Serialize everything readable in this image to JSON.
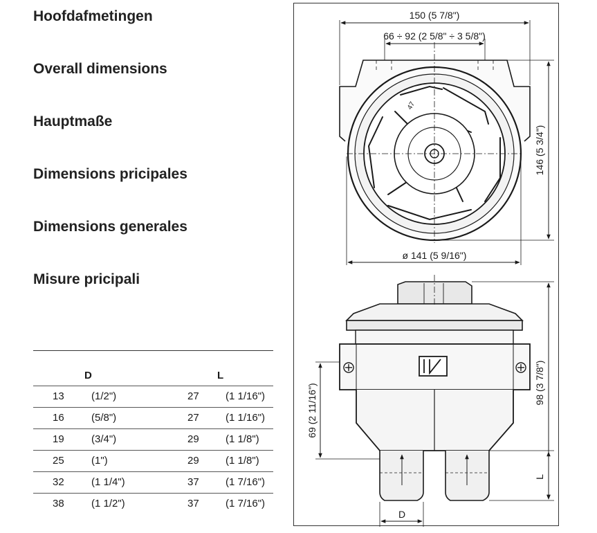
{
  "headings": [
    "Hoofdafmetingen",
    "Overall dimensions",
    "Hauptmaße",
    "Dimensions pricipales",
    "Dimensions generales",
    "Misure pricipali"
  ],
  "table": {
    "columns": [
      "D",
      "L"
    ],
    "rows": [
      {
        "d": "13",
        "d_in": "(1/2\")",
        "l": "27",
        "l_in": "(1 1/16\")"
      },
      {
        "d": "16",
        "d_in": "(5/8\")",
        "l": "27",
        "l_in": "(1 1/16\")"
      },
      {
        "d": "19",
        "d_in": "(3/4\")",
        "l": "29",
        "l_in": "(1 1/8\")"
      },
      {
        "d": "25",
        "d_in": "(1\")",
        "l": "29",
        "l_in": "(1 1/8\")"
      },
      {
        "d": "32",
        "d_in": "(1 1/4\")",
        "l": "37",
        "l_in": "(1 7/16\")"
      },
      {
        "d": "38",
        "d_in": "(1 1/2\")",
        "l": "37",
        "l_in": "(1 7/16\")"
      }
    ]
  },
  "drawing": {
    "top_width": "150 (5 7/8\")",
    "bolt_spacing": "66 ÷ 92 (2 5/8\" ÷ 3 5/8\")",
    "top_depth": "146 (5 3/4\")",
    "diameter": "ø 141 (5 9/16\")",
    "total_height": "98 (3 7/8\")",
    "body_height": "69 (2 11/16\")",
    "length_label": "L",
    "diameter_label": "D",
    "lid_mark": "47"
  }
}
